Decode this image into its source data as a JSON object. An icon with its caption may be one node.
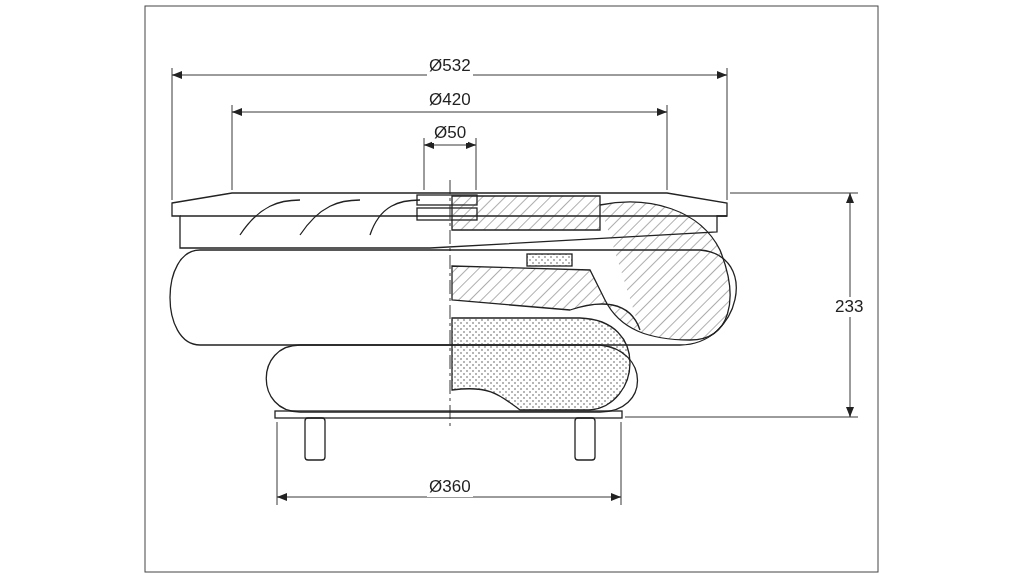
{
  "diagram": {
    "labels": [
      "Ø532",
      "Ø420",
      "Ø50",
      "233",
      "Ø360"
    ]
  }
}
